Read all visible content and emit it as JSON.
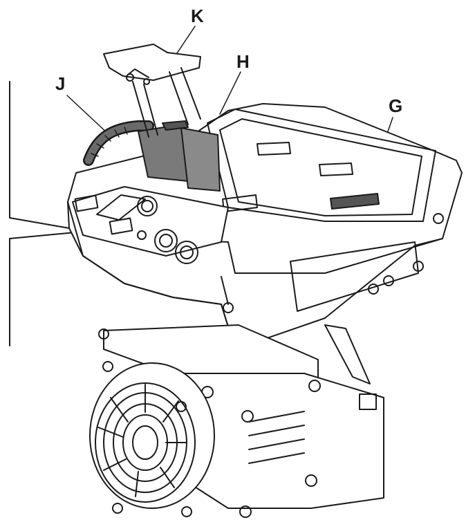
{
  "figure": {
    "callouts": {
      "k": "K",
      "h": "H",
      "j": "J",
      "g": "G"
    },
    "colors": {
      "line": "#1a1a1a",
      "connector_fill": "#7a7a7a",
      "connector_dark": "#555555",
      "background": "#ffffff"
    }
  }
}
